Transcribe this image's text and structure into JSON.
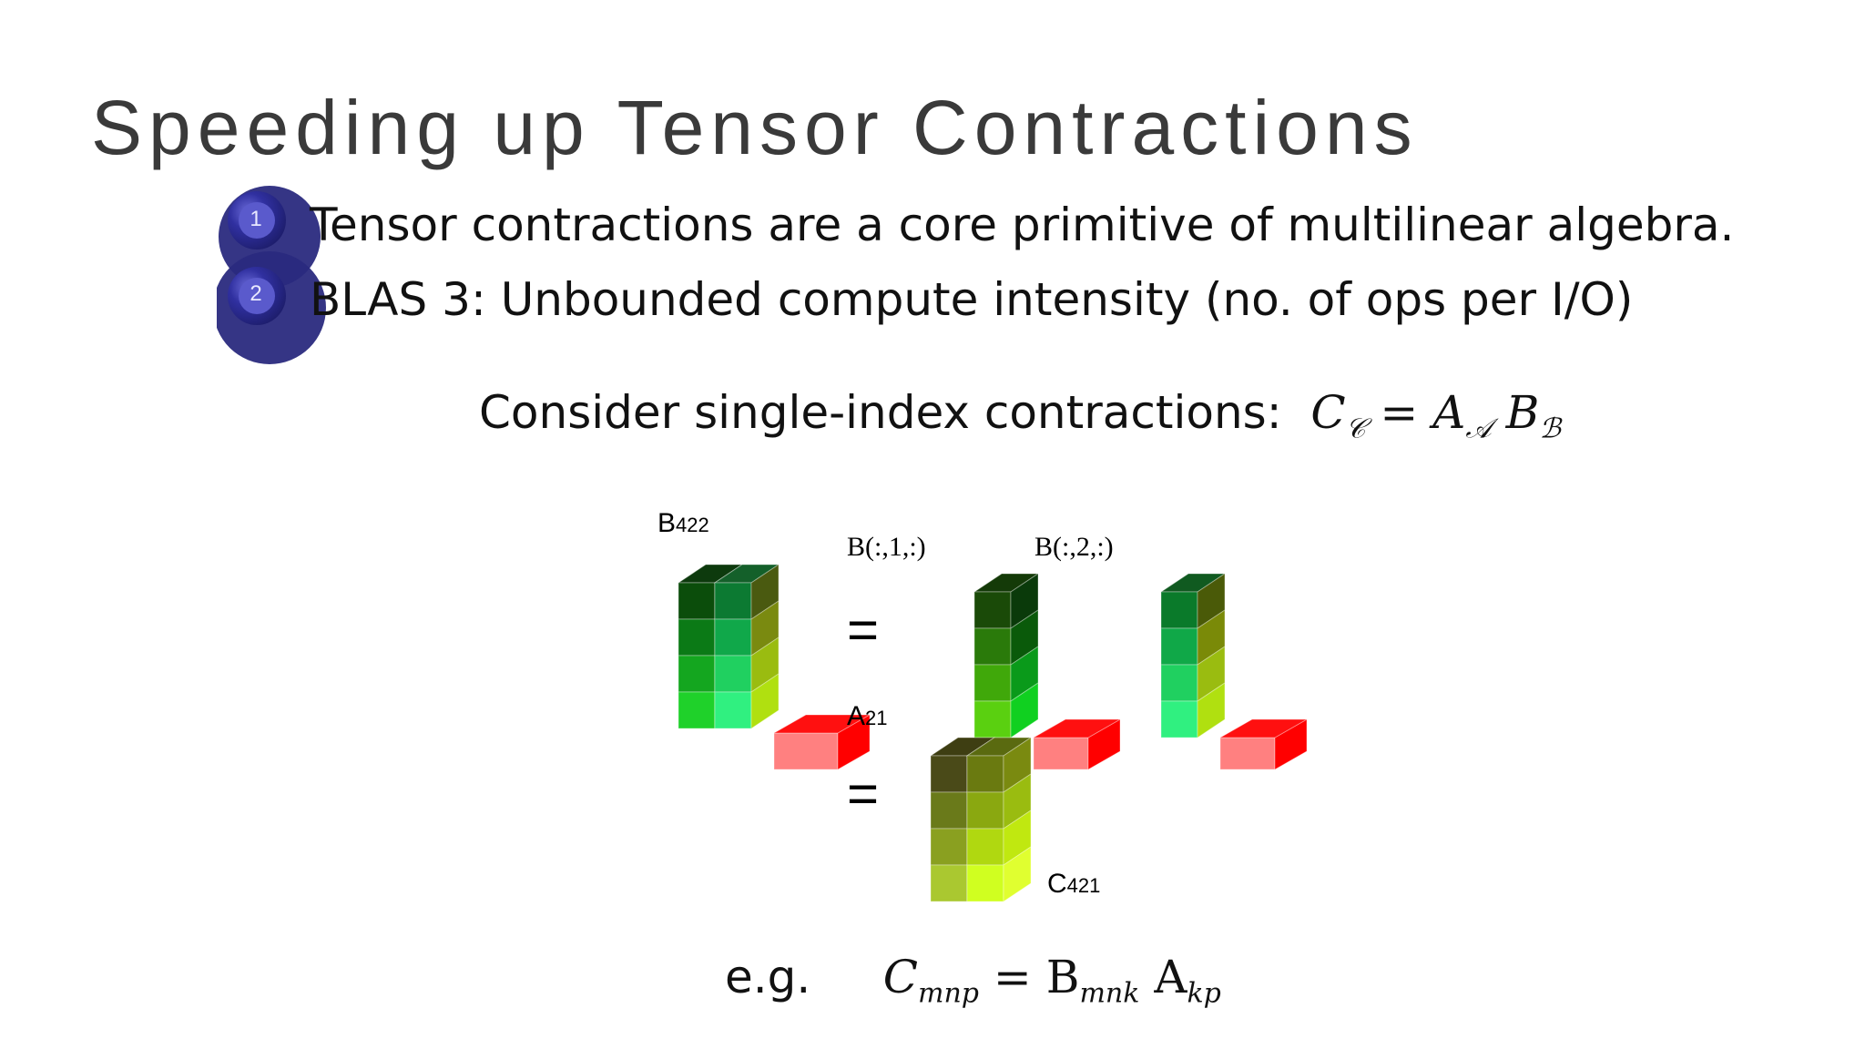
{
  "slide": {
    "title": "Speeding up Tensor Contractions",
    "bullets": [
      {
        "number": "1",
        "text": "Tensor contractions are a core primitive of multilinear algebra."
      },
      {
        "number": "2",
        "text": "BLAS 3: Unbounded compute intensity (no. of ops per I/O)"
      }
    ],
    "consider": {
      "text": "Consider single-index contractions:",
      "C": "C",
      "C_sub": "𝒞",
      "eq": "=",
      "A": "A",
      "A_sub": "𝒜",
      "B": "B",
      "B_sub": "ℬ"
    },
    "diagram": {
      "label_B": "B",
      "label_B_sub": "422",
      "label_A": "A",
      "label_A_sub": "21",
      "label_C": "C",
      "label_C_sub": "421",
      "label_slice1": "B(:,1,:)",
      "label_slice2": "B(:,2,:)",
      "eq1": "=",
      "eq2": "="
    },
    "example": {
      "prefix": "e.g.",
      "C": "C",
      "C_sub": "mnp",
      "eq": "=",
      "B": "B",
      "B_sub": "mnk",
      "A": "A",
      "A_sub": "kp"
    },
    "colors": {
      "bullet_disc": "#2a2a8a",
      "bullet_highlight": "#5a5acc",
      "tensor_red": "#ff0000",
      "tensor_pink": "#ff8080"
    }
  }
}
